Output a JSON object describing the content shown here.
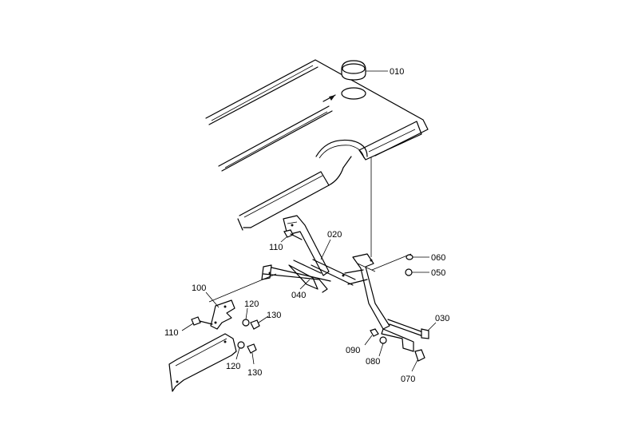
{
  "parts": {
    "p010": "010",
    "p020": "020",
    "p030": "030",
    "p040": "040",
    "p050": "050",
    "p060": "060",
    "p070": "070",
    "p080": "080",
    "p090": "090",
    "p100": "100",
    "p110a": "110",
    "p110b": "110",
    "p120a": "120",
    "p120b": "120",
    "p130a": "130",
    "p130b": "130"
  }
}
